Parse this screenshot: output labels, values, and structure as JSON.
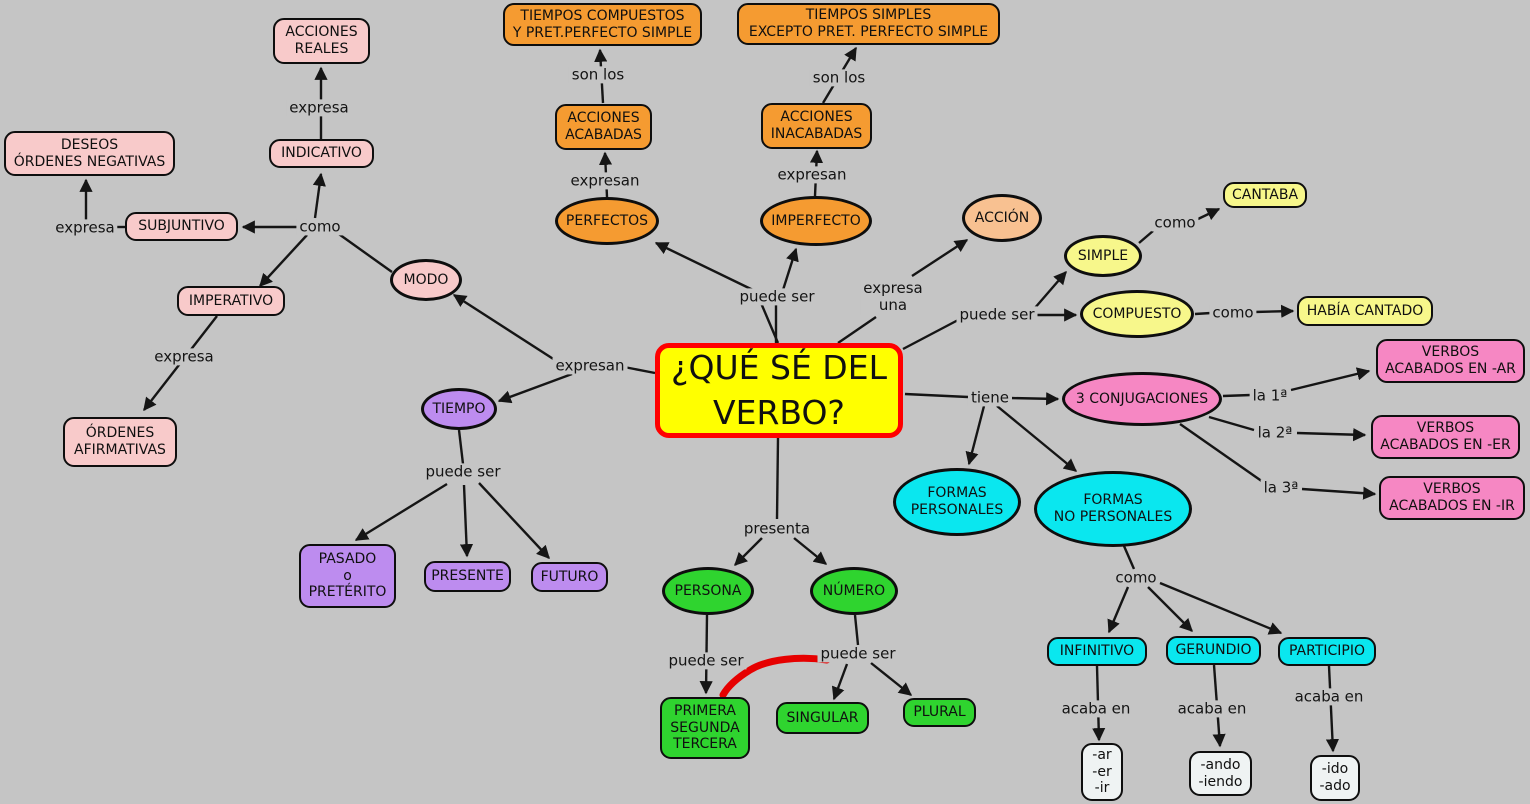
{
  "title": "¿QUÉ SÉ DEL VERBO?",
  "palette": {
    "background": "#c5c5c5",
    "pink": "#f8caca",
    "orange": "#f59b31",
    "peach": "#f8c191",
    "pale_yellow": "#f7f78b",
    "purple": "#bd8cef",
    "hot_pink": "#f687c3",
    "cyan": "#0ae7ef",
    "green": "#2fd42f",
    "white_box": "#eff3f3",
    "center_fill": "#ffff00",
    "center_border": "#ff0000",
    "line": "#151515",
    "red_stroke": "#e60000"
  },
  "nodes": [
    {
      "id": "acciones-reales",
      "label": "ACCIONES\nREALES",
      "shape": "rect",
      "color": "pink"
    },
    {
      "id": "deseos-ordenes-negativas",
      "label": "DESEOS\nÓRDENES NEGATIVAS",
      "shape": "rect",
      "color": "pink"
    },
    {
      "id": "subjuntivo",
      "label": "SUBJUNTIVO",
      "shape": "rect",
      "color": "pink"
    },
    {
      "id": "indicativo",
      "label": "INDICATIVO",
      "shape": "rect",
      "color": "pink"
    },
    {
      "id": "imperativo",
      "label": "IMPERATIVO",
      "shape": "rect",
      "color": "pink"
    },
    {
      "id": "ordenes-afirmativas",
      "label": "ÓRDENES\nAFIRMATIVAS",
      "shape": "rect",
      "color": "pink"
    },
    {
      "id": "modo",
      "label": "MODO",
      "shape": "ellipse",
      "color": "pink"
    },
    {
      "id": "tiempo",
      "label": "TIEMPO",
      "shape": "ellipse",
      "color": "purple"
    },
    {
      "id": "pasado-o-preterito",
      "label": "PASADO\no\nPRETÉRITO",
      "shape": "rect",
      "color": "purple"
    },
    {
      "id": "presente",
      "label": "PRESENTE",
      "shape": "rect",
      "color": "purple"
    },
    {
      "id": "futuro",
      "label": "FUTURO",
      "shape": "rect",
      "color": "purple"
    },
    {
      "id": "tiempos-compuestos",
      "label": "TIEMPOS COMPUESTOS\nY PRET.PERFECTO SIMPLE",
      "shape": "rect",
      "color": "orange"
    },
    {
      "id": "acciones-acabadas",
      "label": "ACCIONES\nACABADAS",
      "shape": "rect",
      "color": "orange"
    },
    {
      "id": "perfectos",
      "label": "PERFECTOS",
      "shape": "ellipse",
      "color": "orange"
    },
    {
      "id": "tiempos-simples",
      "label": "TIEMPOS SIMPLES\nEXCEPTO PRET. PERFECTO SIMPLE",
      "shape": "rect",
      "color": "orange"
    },
    {
      "id": "acciones-inacabadas",
      "label": "ACCIONES\nINACABADAS",
      "shape": "rect",
      "color": "orange"
    },
    {
      "id": "imperfecto",
      "label": "IMPERFECTO",
      "shape": "ellipse",
      "color": "orange"
    },
    {
      "id": "accion",
      "label": "ACCIÓN",
      "shape": "ellipse",
      "color": "peach"
    },
    {
      "id": "simple",
      "label": "SIMPLE",
      "shape": "ellipse",
      "color": "pale_yellow"
    },
    {
      "id": "compuesto",
      "label": "COMPUESTO",
      "shape": "ellipse",
      "color": "pale_yellow"
    },
    {
      "id": "cantaba",
      "label": "CANTABA",
      "shape": "rect",
      "color": "pale_yellow"
    },
    {
      "id": "habia-cantado",
      "label": "HABÍA CANTADO",
      "shape": "rect",
      "color": "pale_yellow"
    },
    {
      "id": "que-se-del-verbo",
      "label": "¿QUÉ SÉ DEL\nVERBO?",
      "shape": "rect",
      "color": "center_fill"
    },
    {
      "id": "tres-conjugaciones",
      "label": "3 CONJUGACIONES",
      "shape": "ellipse",
      "color": "hot_pink"
    },
    {
      "id": "verbos-ar",
      "label": "VERBOS\nACABADOS EN -AR",
      "shape": "rect",
      "color": "hot_pink"
    },
    {
      "id": "verbos-er",
      "label": "VERBOS\nACABADOS EN -ER",
      "shape": "rect",
      "color": "hot_pink"
    },
    {
      "id": "verbos-ir",
      "label": "VERBOS\nACABADOS EN -IR",
      "shape": "rect",
      "color": "hot_pink"
    },
    {
      "id": "formas-personales",
      "label": "FORMAS\nPERSONALES",
      "shape": "ellipse",
      "color": "cyan"
    },
    {
      "id": "formas-no-personales",
      "label": "FORMAS\nNO PERSONALES",
      "shape": "ellipse",
      "color": "cyan"
    },
    {
      "id": "persona",
      "label": "PERSONA",
      "shape": "ellipse",
      "color": "green"
    },
    {
      "id": "numero",
      "label": "NÚMERO",
      "shape": "ellipse",
      "color": "green"
    },
    {
      "id": "primera-segunda-tercera",
      "label": "PRIMERA\nSEGUNDA\nTERCERA",
      "shape": "rect",
      "color": "green"
    },
    {
      "id": "singular",
      "label": "SINGULAR",
      "shape": "rect",
      "color": "green"
    },
    {
      "id": "plural",
      "label": "PLURAL",
      "shape": "rect",
      "color": "green"
    },
    {
      "id": "infinitivo",
      "label": "INFINITIVO",
      "shape": "rect",
      "color": "cyan"
    },
    {
      "id": "gerundio",
      "label": "GERUNDIO",
      "shape": "rect",
      "color": "cyan"
    },
    {
      "id": "participio",
      "label": "PARTICIPIO",
      "shape": "rect",
      "color": "cyan"
    },
    {
      "id": "ar-er-ir",
      "label": "-ar\n-er\n-ir",
      "shape": "rect",
      "color": "white_box"
    },
    {
      "id": "ando-iendo",
      "label": "-ando\n-iendo",
      "shape": "rect",
      "color": "white_box"
    },
    {
      "id": "ido-ado",
      "label": "-ido\n-ado",
      "shape": "rect",
      "color": "white_box"
    }
  ],
  "labels": [
    {
      "text": "expresa"
    },
    {
      "text": "como"
    },
    {
      "text": "expresa"
    },
    {
      "text": "expresa"
    },
    {
      "text": "expresan"
    },
    {
      "text": "puede ser"
    },
    {
      "text": "son los"
    },
    {
      "text": "expresan"
    },
    {
      "text": "son los"
    },
    {
      "text": "expresan"
    },
    {
      "text": "puede ser"
    },
    {
      "text": "expresa\nuna"
    },
    {
      "text": "puede ser"
    },
    {
      "text": "como"
    },
    {
      "text": "como"
    },
    {
      "text": "tiene"
    },
    {
      "text": "la 1ª"
    },
    {
      "text": "la 2ª"
    },
    {
      "text": "la 3ª"
    },
    {
      "text": "presenta"
    },
    {
      "text": "puede ser"
    },
    {
      "text": "puede ser"
    },
    {
      "text": "como"
    },
    {
      "text": "acaba en"
    },
    {
      "text": "acaba en"
    },
    {
      "text": "acaba en"
    }
  ],
  "annotation": {
    "id": "red-freehand-stroke",
    "color": "#e60000",
    "links": "puede ser (número) — PRIMERA SEGUNDA TERCERA"
  }
}
